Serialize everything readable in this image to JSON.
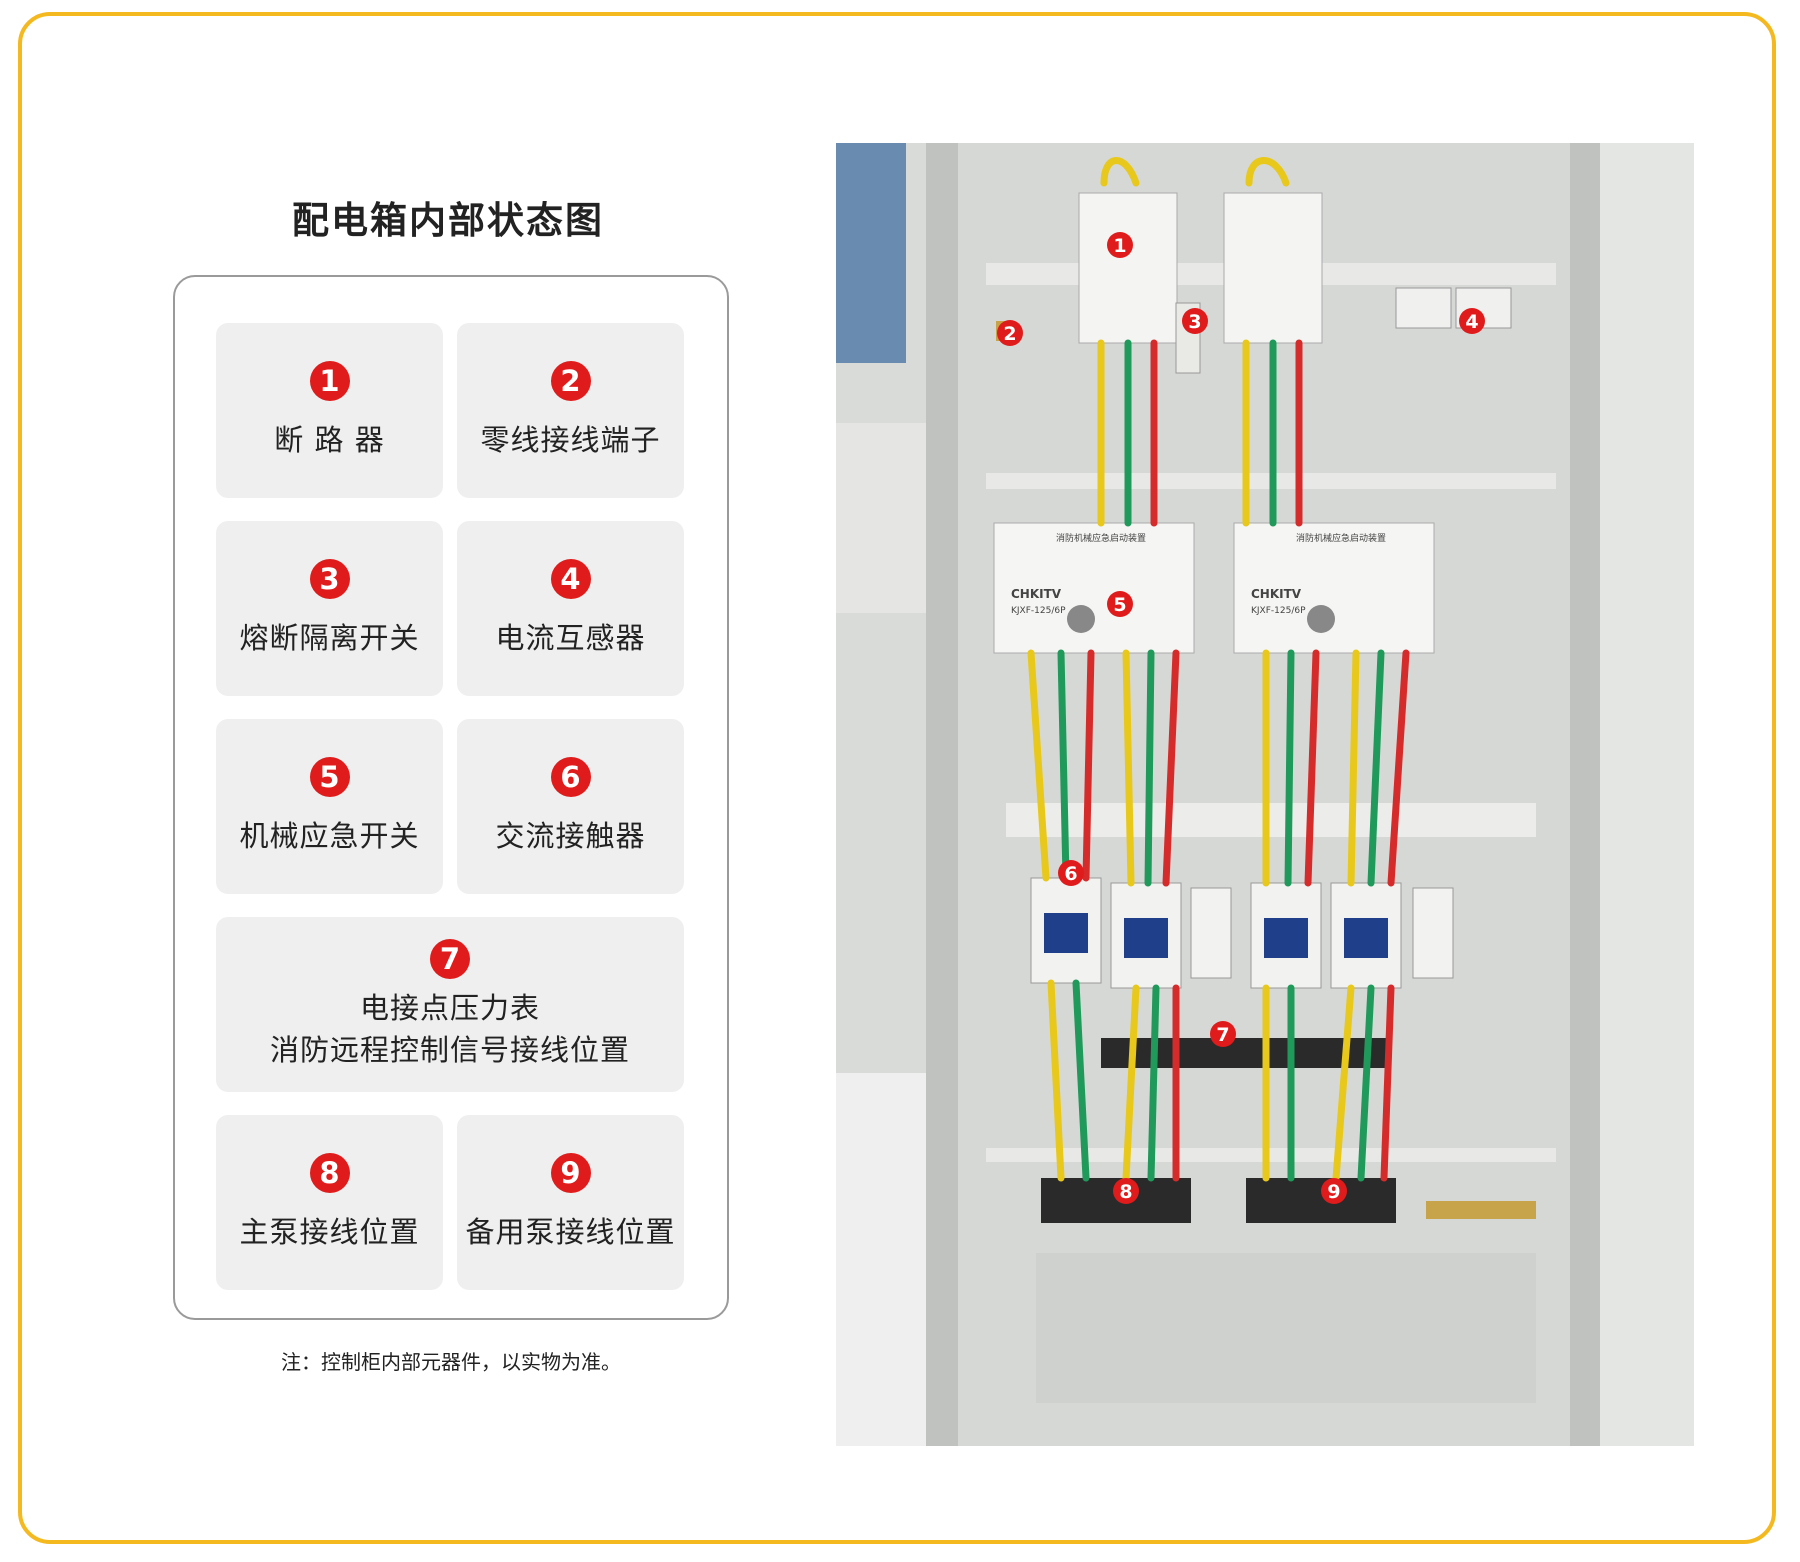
{
  "title": "配电箱内部状态图",
  "legend": [
    {
      "num": "1",
      "label": "断 路 器"
    },
    {
      "num": "2",
      "label": "零线接线端子"
    },
    {
      "num": "3",
      "label": "熔断隔离开关"
    },
    {
      "num": "4",
      "label": "电流互感器"
    },
    {
      "num": "5",
      "label": "机械应急开关"
    },
    {
      "num": "6",
      "label": "交流接触器"
    },
    {
      "num": "7",
      "label": "电接点压力表",
      "label2": "消防远程控制信号接线位置"
    },
    {
      "num": "8",
      "label": "主泵接线位置"
    },
    {
      "num": "9",
      "label": "备用泵接线位置"
    }
  ],
  "note": "注：控制柜内部元器件，以实物为准。",
  "photo": {
    "brand": "CHKITV",
    "ats_model": "KJXF-125/6P",
    "ats_title": "消防机械应急启动装置",
    "markers": [
      "1",
      "2",
      "3",
      "4",
      "5",
      "6",
      "7",
      "8",
      "9"
    ]
  },
  "colors": {
    "frame": "#f5b920",
    "badge": "#e01b1b",
    "card": "#efefef",
    "wire_yellow": "#e8c81a",
    "wire_green": "#1f9a5a",
    "wire_red": "#d62b2b"
  }
}
